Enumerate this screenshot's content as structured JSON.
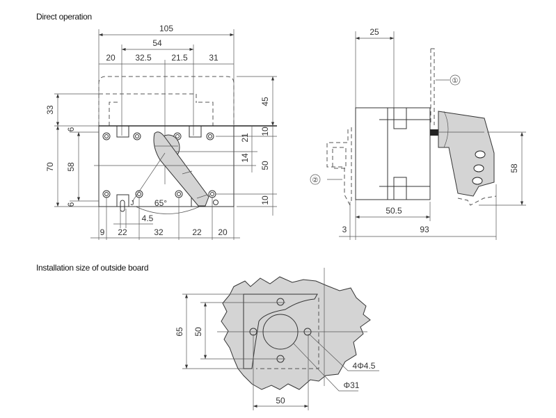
{
  "headings": {
    "direct_operation": "Direct operation",
    "installation": "Installation size of outside board"
  },
  "front_view": {
    "top_dims": [
      "105",
      "54",
      "20",
      "32.5",
      "21.5",
      "31"
    ],
    "left_dims": [
      "33",
      "70",
      "6",
      "58",
      "6"
    ],
    "right_dims": [
      "45",
      "10",
      "50",
      "10",
      "21",
      "14"
    ],
    "bottom_dims": [
      "9",
      "22",
      "32",
      "22",
      "20",
      "4.5"
    ],
    "angle": "65°"
  },
  "side_view": {
    "dims": [
      "25",
      "58",
      "50.5",
      "3",
      "93"
    ],
    "callouts": [
      "①",
      "②"
    ]
  },
  "board_view": {
    "dims": [
      "65",
      "50",
      "50"
    ],
    "holes_label": "4Φ4.5",
    "bore_label": "Φ31"
  },
  "colors": {
    "fill": "#d4d4d4",
    "line": "#333333"
  }
}
